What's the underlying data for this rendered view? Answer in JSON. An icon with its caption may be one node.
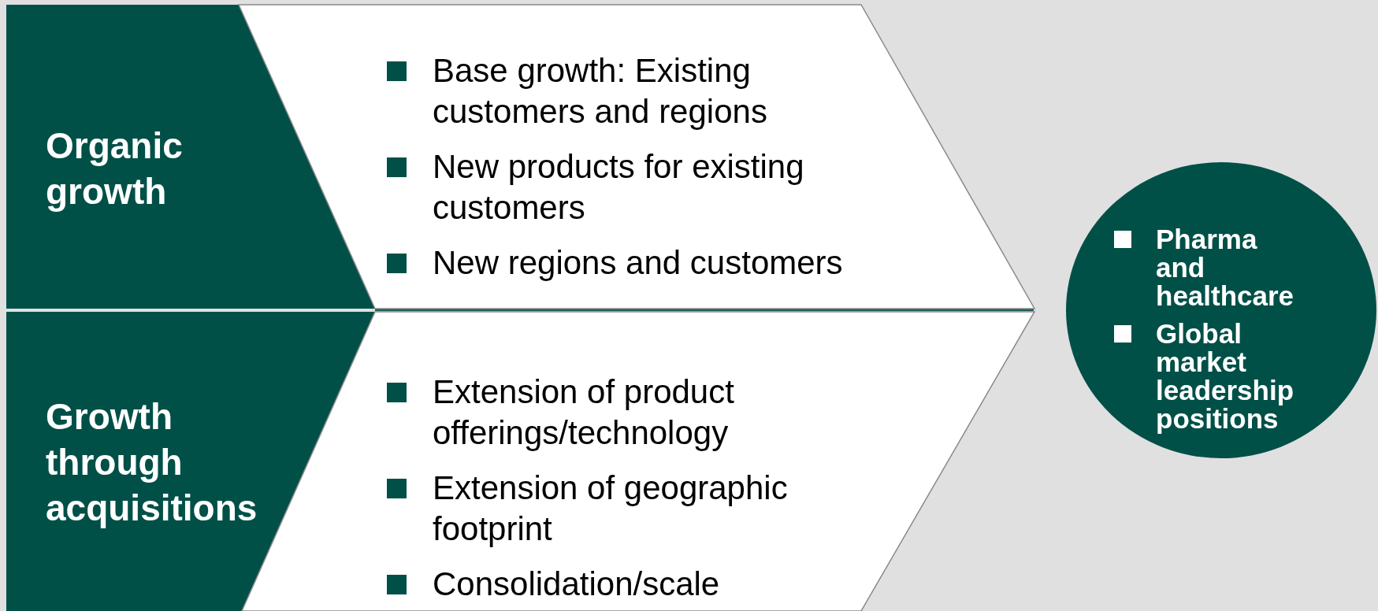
{
  "diagram": {
    "nodes": [
      {
        "text": [
          "Organic growth"
        ]
      },
      {
        "text": [
          "Base growth: Existing customers and regions",
          "New products for existing customers",
          "New regions and customers"
        ]
      },
      {
        "text": [
          "Growth through acquisitions"
        ]
      },
      {
        "text": [
          "Extension of product offerings/technology",
          "Extension of geographic footprint",
          "Consolidation/scale"
        ]
      },
      {
        "text": [
          "Pharma and healthcare",
          "Global market leadership positions"
        ]
      }
    ]
  }
}
